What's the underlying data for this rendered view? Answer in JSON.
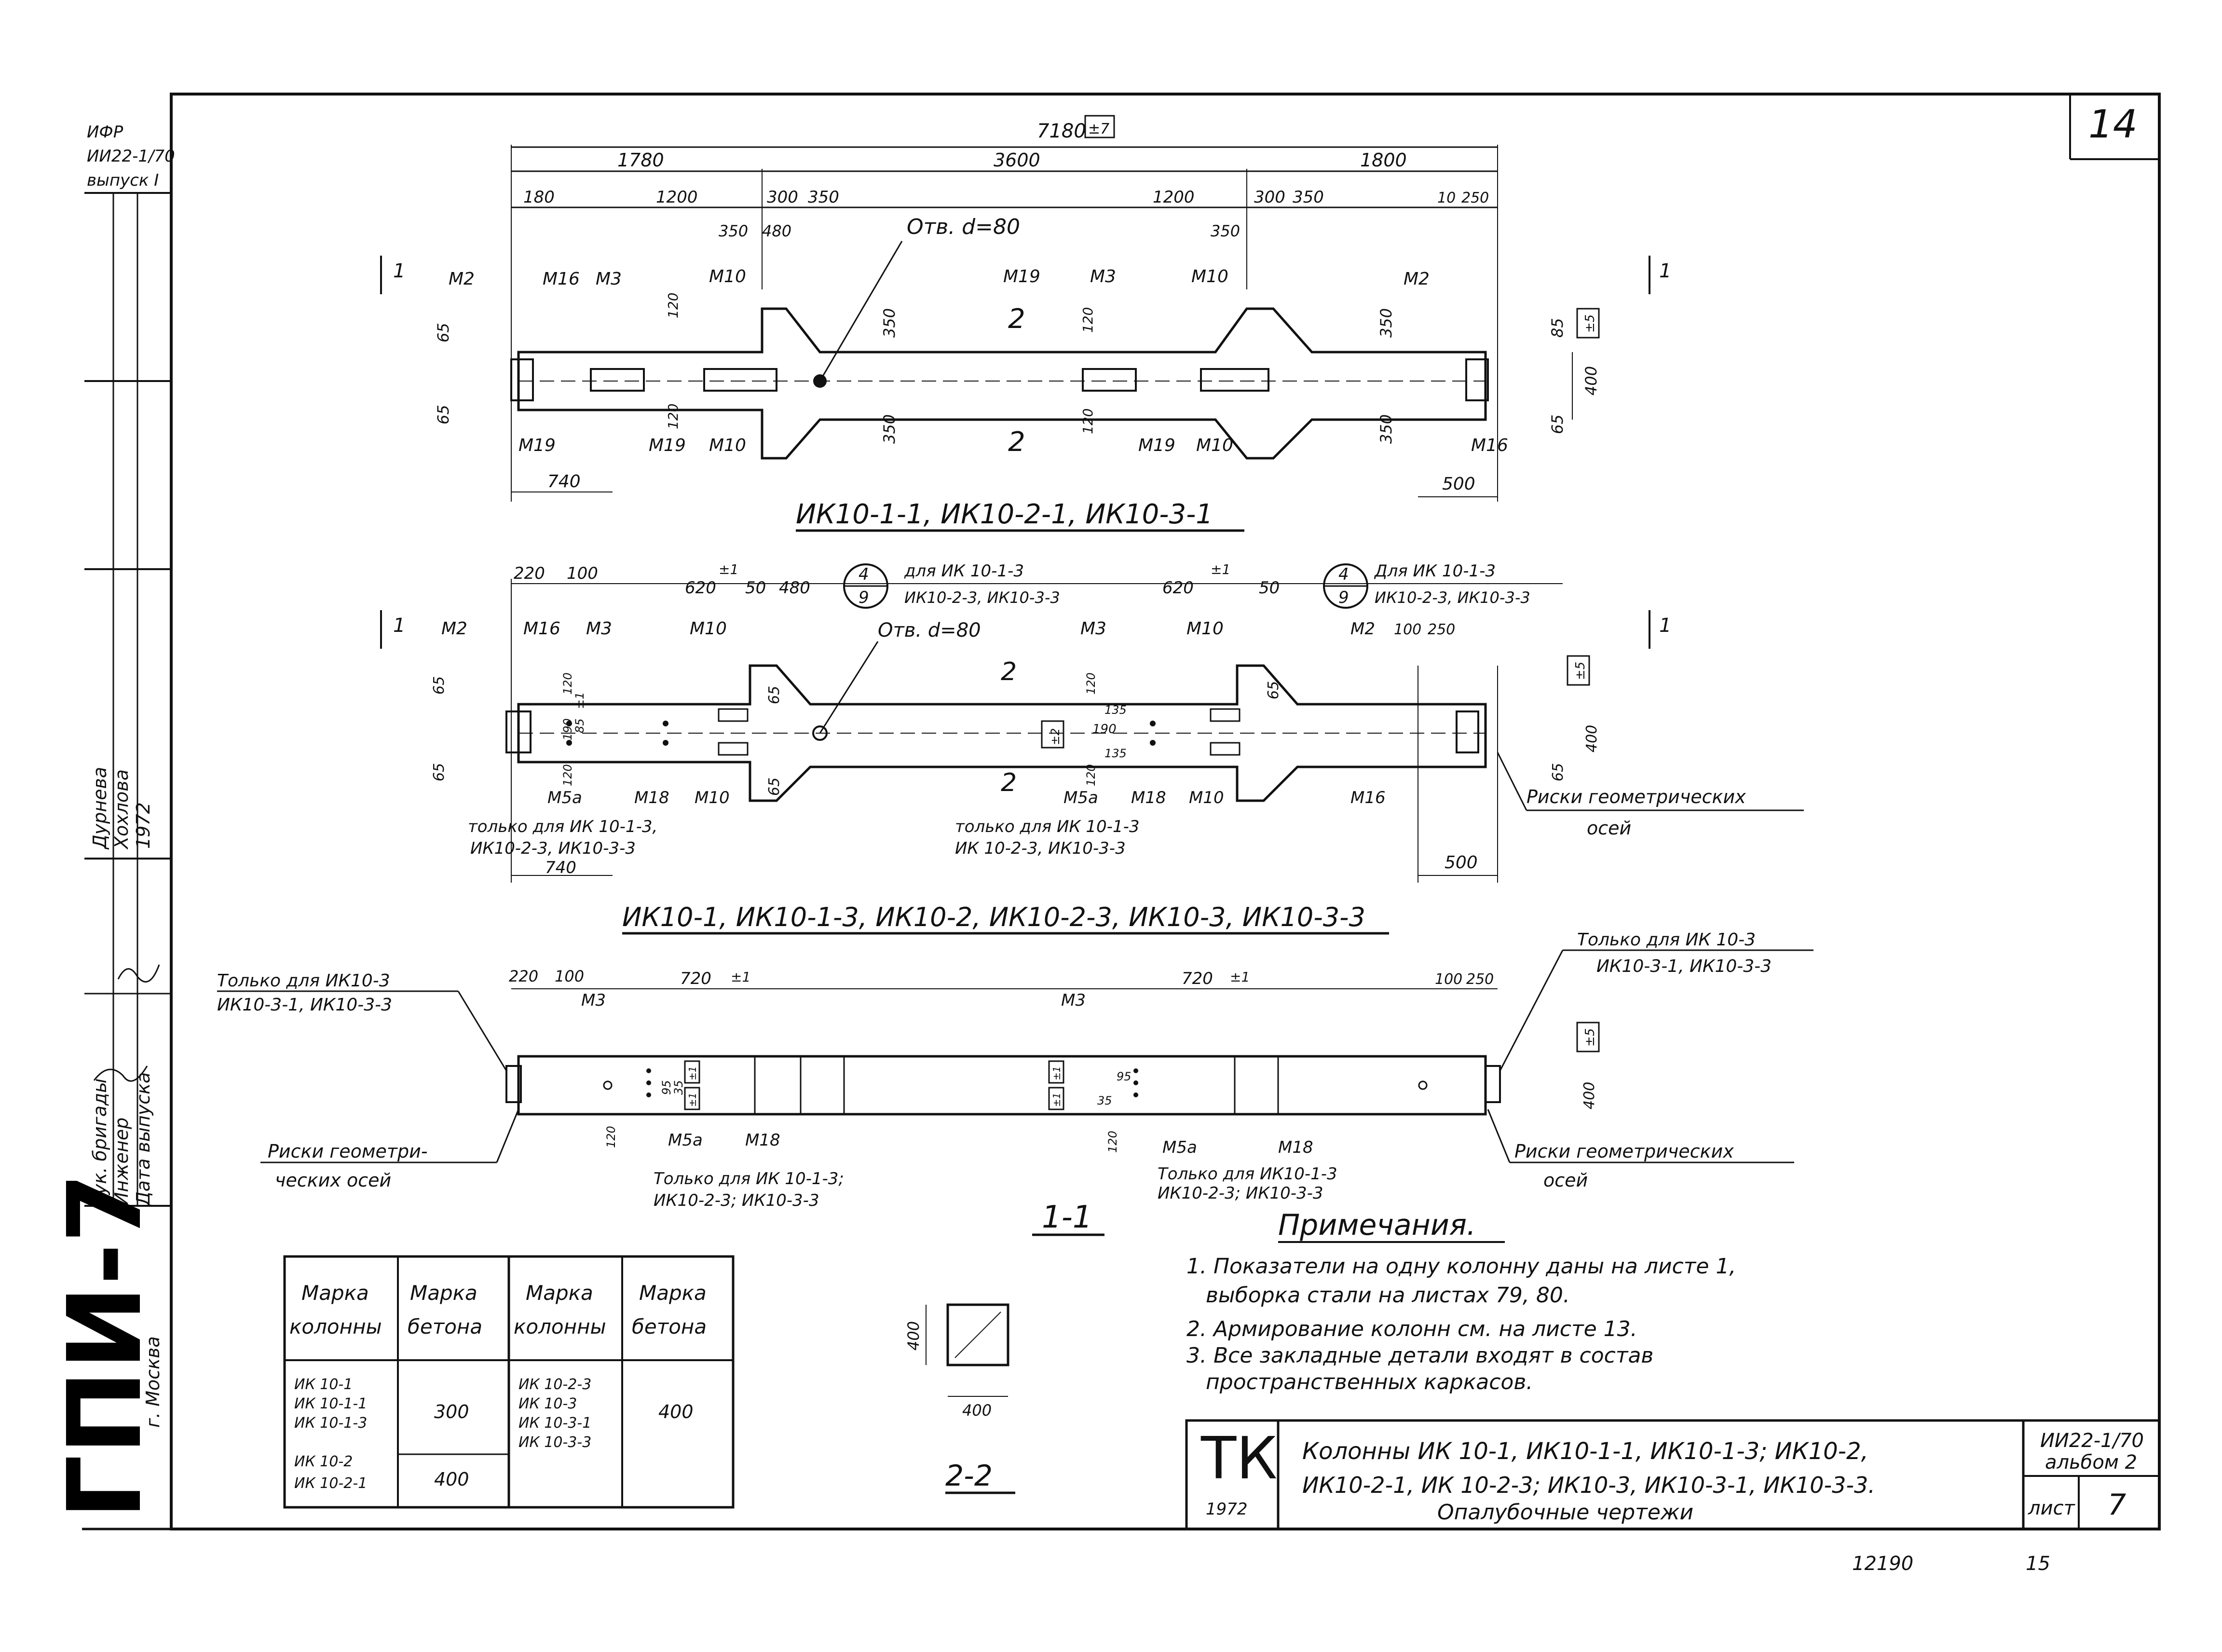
{
  "sheet": {
    "page_corner": "14",
    "side_stamp": {
      "org": "ГПИ-7",
      "city": "г. Москва"
    },
    "left_block": {
      "top_codes": [
        "ИФР",
        "ИИ22-1/70",
        "выпуск I"
      ],
      "roles": [
        "Рук. бригады",
        "Инженер",
        "Дата выпуска"
      ],
      "names": [
        "Дурнева",
        "Хохлова",
        "1972"
      ]
    }
  },
  "view1": {
    "title": "ИК10-1-1, ИК10-2-1, ИК10-3-1",
    "overall": "7180",
    "overall_tol": "±7",
    "top_dims": [
      "1780",
      "3600",
      "1800"
    ],
    "sub_dims": [
      "180",
      "1200",
      "300",
      "350",
      "1200",
      "300",
      "350",
      "10",
      "250"
    ],
    "inner_dims": [
      "350",
      "480",
      "350"
    ],
    "hole": "Отв. d=80",
    "marks": [
      "М2",
      "М16",
      "М3",
      "М10",
      "М19",
      "М3",
      "М10",
      "М2"
    ],
    "bottom_marks": [
      "М19",
      "М19",
      "М10",
      "М19",
      "М10",
      "М16"
    ],
    "small_dims": [
      "120",
      "120",
      "120",
      "120"
    ],
    "vert_dims": [
      "65",
      "65",
      "350",
      "350",
      "350",
      "350",
      "85",
      "400",
      "65"
    ],
    "tol_right": "±5",
    "section_marks": [
      "1",
      "1",
      "2",
      "2"
    ],
    "bottom_dims": [
      "740",
      "500"
    ]
  },
  "view2": {
    "title": "ИК10-1, ИК10-1-3, ИК10-2, ИК10-2-3, ИК10-3, ИК10-3-3",
    "top_dims": [
      "220",
      "100",
      "620",
      "±1",
      "50",
      "480",
      "620",
      "±1",
      "50"
    ],
    "callout1": {
      "num": "4",
      "den": "9",
      "line1": "для ИК 10-1-3",
      "line2": "ИК10-2-3, ИК10-3-3"
    },
    "callout2": {
      "num": "4",
      "den": "9",
      "line1": "Для ИК 10-1-3",
      "line2": "ИК10-2-3, ИК10-3-3"
    },
    "hole": "Отв. d=80",
    "marks": [
      "М2",
      "М16",
      "М3",
      "М10",
      "М3",
      "М10",
      "М2"
    ],
    "right_dims": [
      "100",
      "250"
    ],
    "tol_right": "±5",
    "small_dims": [
      "120",
      "190",
      "120",
      "85",
      "120",
      "190",
      "120",
      "135",
      "135"
    ],
    "tol_mid": [
      "±2",
      "±1"
    ],
    "bottom_marks": [
      "М5а",
      "М18",
      "М10",
      "М5а",
      "М18",
      "М10",
      "М16"
    ],
    "vert_dims": [
      "65",
      "65",
      "65",
      "65",
      "65",
      "400",
      "65"
    ],
    "only_for_1": [
      "только для ИК 10-1-3,",
      "ИК10-2-3, ИК10-3-3"
    ],
    "only_for_2": [
      "только для ИК 10-1-3",
      "ИК 10-2-3, ИК10-3-3"
    ],
    "axes_note": [
      "Риски геометрических",
      "осей"
    ],
    "bottom_dims": [
      "740",
      "500"
    ],
    "section_marks": [
      "1",
      "1",
      "2",
      "2"
    ]
  },
  "view3": {
    "title": "1-1",
    "left_note": [
      "Только для ИК10-3",
      "ИК10-3-1, ИК10-3-3"
    ],
    "right_note": [
      "Только для ИК 10-3",
      "ИК10-3-1, ИК10-3-3"
    ],
    "top_dims": [
      "220",
      "100",
      "720",
      "±1",
      "720",
      "±1",
      "100",
      "250"
    ],
    "marks": [
      "М3",
      "М3",
      "М5а",
      "М18",
      "М5а",
      "М18"
    ],
    "small_dims": [
      "95",
      "35",
      "120",
      "35",
      "95",
      "120"
    ],
    "tol": [
      "±1",
      "±1",
      "±1",
      "±1"
    ],
    "tol_right": "±5",
    "height": "400",
    "axes_left": [
      "Риски геометри-",
      "ческих осей"
    ],
    "axes_right": [
      "Риски геометрических",
      "осей"
    ],
    "only_for_1": [
      "Только для ИК 10-1-3;",
      "ИК10-2-3; ИК10-3-3"
    ],
    "only_for_2": [
      "Только для ИК10-1-3",
      "ИК10-2-3; ИК10-3-3"
    ]
  },
  "section22": {
    "title": "2-2",
    "h": "400",
    "w": "400"
  },
  "notes": {
    "title": "Примечания.",
    "items": [
      "1. Показатели на одну колонну даны на листе 1,",
      "выборка стали на листах 79, 80.",
      "2. Армирование колонн см. на листе 13.",
      "3. Все закладные детали входят в состав",
      "пространственных каркасов."
    ]
  },
  "concrete_table": {
    "headers": [
      "Марка колонны",
      "Марка бетона",
      "Марка колонны",
      "Марка бетона"
    ],
    "col1": [
      "ИК 10-1",
      "ИК 10-1-1",
      "ИК 10-1-3",
      "ИК 10-2",
      "ИК 10-2-1"
    ],
    "col2": [
      "300",
      "400"
    ],
    "col3": [
      "ИК 10-2-3",
      "ИК 10-3",
      "ИК 10-3-1",
      "ИК 10-3-3"
    ],
    "col4": [
      "400"
    ]
  },
  "titleblock": {
    "logo": "ТК",
    "year": "1972",
    "line1": "Колонны ИК 10-1, ИК10-1-1, ИК10-1-3; ИК10-2,",
    "line2": "ИК10-2-1, ИК 10-2-3; ИК10-3, ИК10-3-1, ИК10-3-3.",
    "line3": "Опалубочные чертежи",
    "code1": "ИИ22-1/70",
    "code2": "альбом 2",
    "sheet_label": "лист",
    "sheet_num": "7"
  },
  "footer": {
    "num1": "12190",
    "num2": "15"
  }
}
